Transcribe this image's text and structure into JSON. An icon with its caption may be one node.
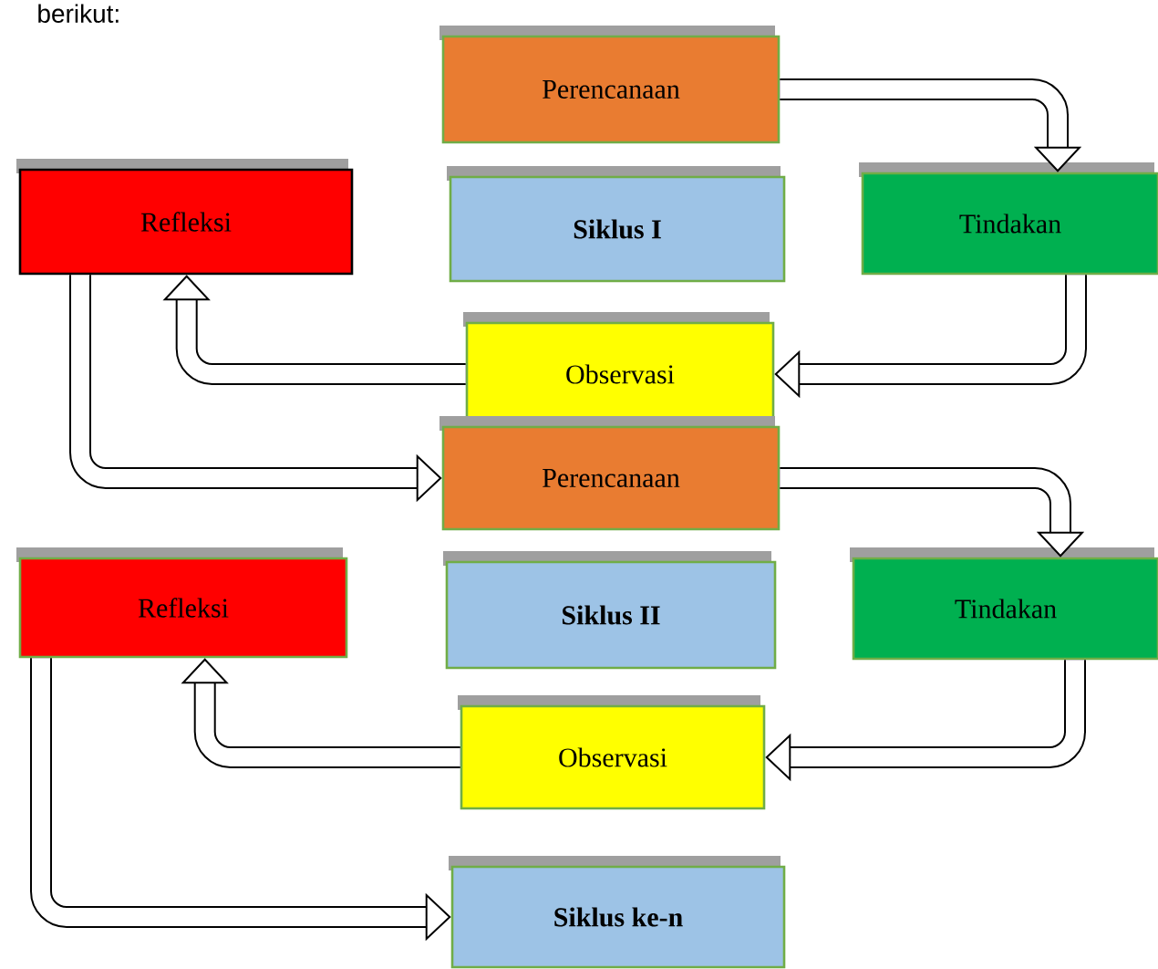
{
  "diagram": {
    "nodes": [
      {
        "text": [
          "Perencanaan"
        ]
      },
      {
        "text": [
          "Refleksi"
        ]
      },
      {
        "text": [
          "Siklus I"
        ]
      },
      {
        "text": [
          "Tindakan"
        ]
      },
      {
        "text": [
          "Observasi"
        ]
      },
      {
        "text": [
          "Perencanaan"
        ]
      },
      {
        "text": [
          "Refleksi"
        ]
      },
      {
        "text": [
          "Siklus II"
        ]
      },
      {
        "text": [
          "Tindakan"
        ]
      },
      {
        "text": [
          "Observasi"
        ]
      },
      {
        "text": [
          "Siklus ke-n"
        ]
      }
    ],
    "edges": [
      {
        "from": 0,
        "to": 3,
        "arrow": "to"
      },
      {
        "from": 3,
        "to": 4,
        "arrow": "to"
      },
      {
        "from": 4,
        "to": 1,
        "arrow": "to"
      },
      {
        "from": 1,
        "to": 5,
        "arrow": "to"
      },
      {
        "from": 5,
        "to": 8,
        "arrow": "to"
      },
      {
        "from": 8,
        "to": 9,
        "arrow": "to"
      },
      {
        "from": 9,
        "to": 6,
        "arrow": "to"
      },
      {
        "from": 6,
        "to": 10,
        "arrow": "to"
      }
    ],
    "labels": [
      "berikut:"
    ]
  }
}
